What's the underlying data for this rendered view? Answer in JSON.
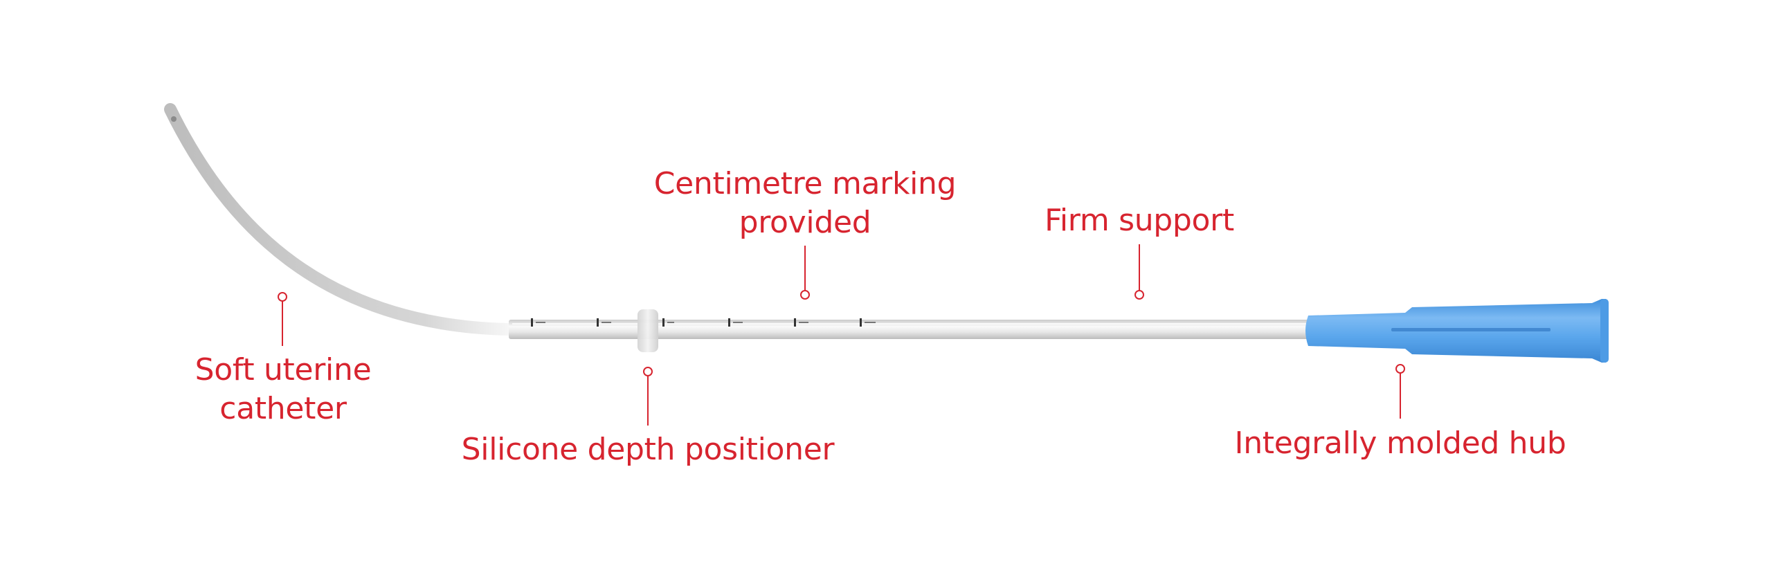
{
  "colors": {
    "accent": "#d7242f",
    "hub": "#5aa6ec",
    "tube": "#d9d9d9"
  },
  "labels": {
    "soft_catheter": [
      "Soft uterine",
      "catheter"
    ],
    "centimetre_marking": [
      "Centimetre marking",
      "provided"
    ],
    "firm_support": [
      "Firm support"
    ],
    "depth_positioner": [
      "Silicone depth positioner"
    ],
    "hub": [
      "Integrally molded hub"
    ]
  }
}
